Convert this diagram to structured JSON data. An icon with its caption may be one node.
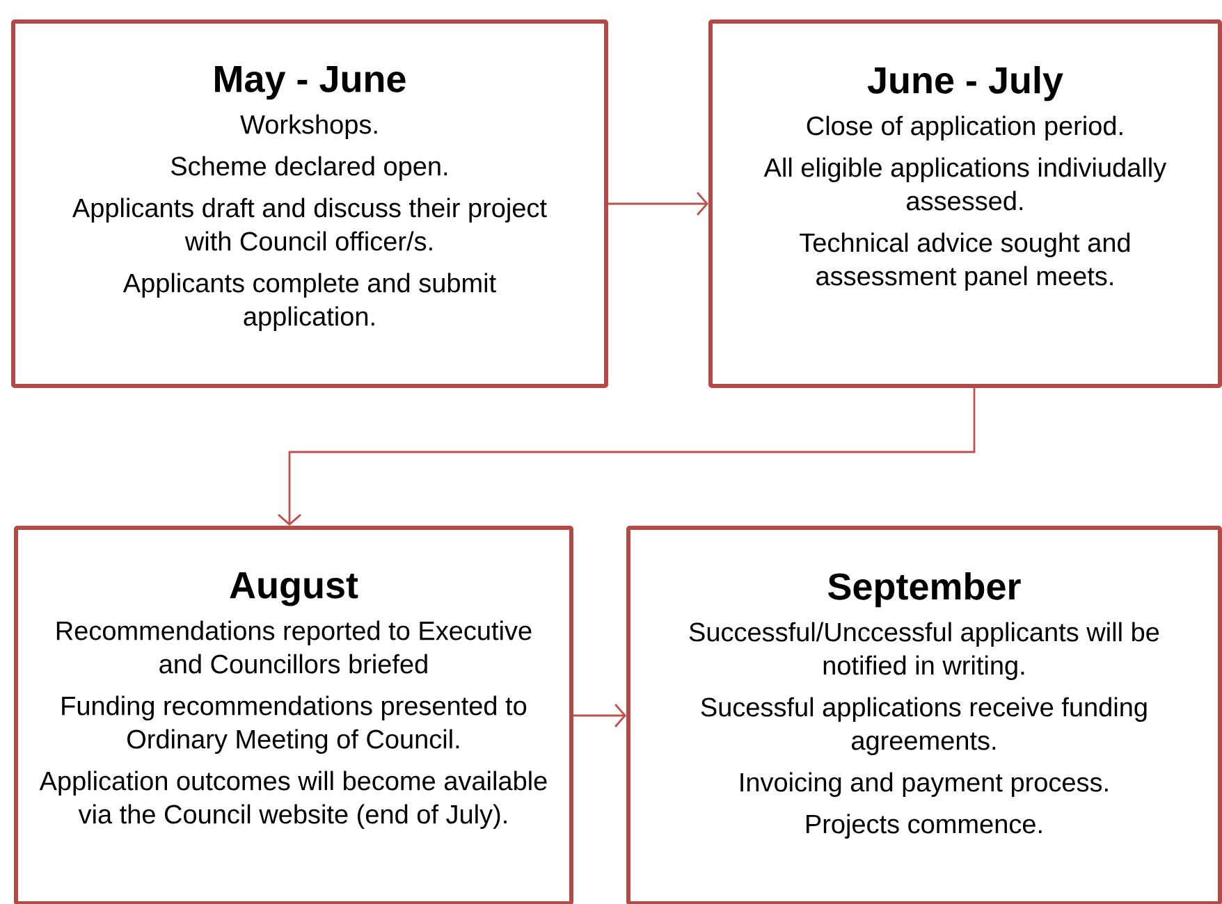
{
  "diagram": {
    "nodes": [
      {
        "text": [
          "May - June",
          "Workshops.",
          "Scheme declared open.",
          "Applicants draft and discuss their project with Council officer/s.",
          "Applicants complete and submit application."
        ]
      },
      {
        "text": [
          "June - July",
          "Close of application period.",
          "All eligible applications indiviudally assessed.",
          "Technical advice sought and assessment panel meets."
        ]
      },
      {
        "text": [
          "August",
          "Recommendations reported to Executive and Councillors briefed",
          "Funding recommendations presented to Ordinary Meeting of Council.",
          "Application outcomes will become available via the Council website (end of July)."
        ]
      },
      {
        "text": [
          "September",
          "Successful/Unccessful applicants will be notified in writing.",
          "Sucessful applications receive funding agreements.",
          "Invoicing and payment process.",
          "Projects commence."
        ]
      }
    ],
    "edges": [
      {
        "from": 0,
        "to": 1,
        "arrow": "to"
      },
      {
        "from": 1,
        "to": 2,
        "arrow": "to"
      },
      {
        "from": 2,
        "to": 3,
        "arrow": "to"
      }
    ]
  }
}
